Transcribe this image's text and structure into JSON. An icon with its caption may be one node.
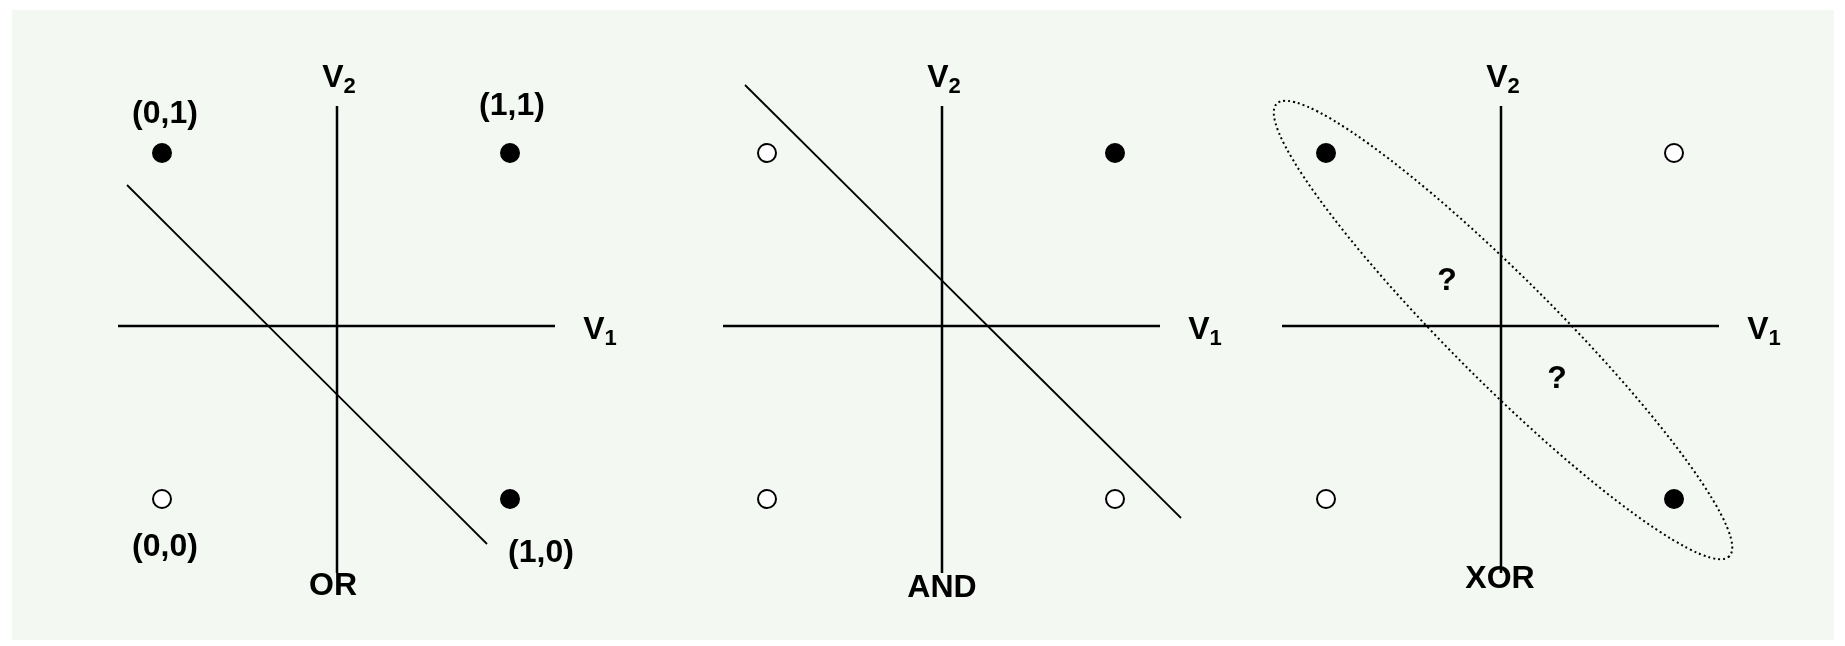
{
  "diagram": {
    "labels": [
      "V$_{2}$",
      "(0,1)",
      "(1,1)",
      "V$_{1}$",
      "(0,0)",
      "(1,0)",
      "OR",
      "V$_{2}$",
      "V$_{1}$",
      "AND",
      "V$_{2}$",
      "?",
      "?",
      "V$_{1}$",
      "XOR"
    ]
  }
}
